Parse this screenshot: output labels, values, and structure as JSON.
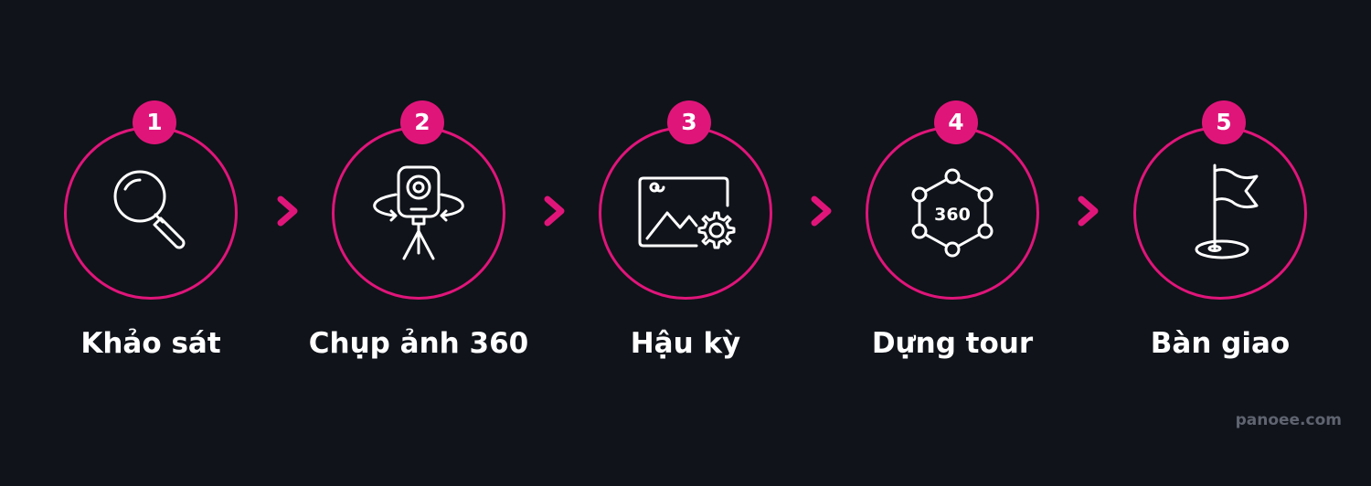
{
  "steps": [
    {
      "number": "1",
      "label": "Khảo sát",
      "icon": "magnifier-icon"
    },
    {
      "number": "2",
      "label": "Chụp ảnh 360",
      "icon": "camera-tripod-icon"
    },
    {
      "number": "3",
      "label": "Hậu kỳ",
      "icon": "image-settings-icon"
    },
    {
      "number": "4",
      "label": "Dựng tour",
      "icon": "network-360-icon"
    },
    {
      "number": "5",
      "label": "Bàn giao",
      "icon": "flag-icon"
    }
  ],
  "network_label": "360",
  "watermark": "panoee.com",
  "colors": {
    "background": "#10131a",
    "accent": "#e0157a",
    "text": "#ffffff",
    "watermark": "#5f6470"
  }
}
